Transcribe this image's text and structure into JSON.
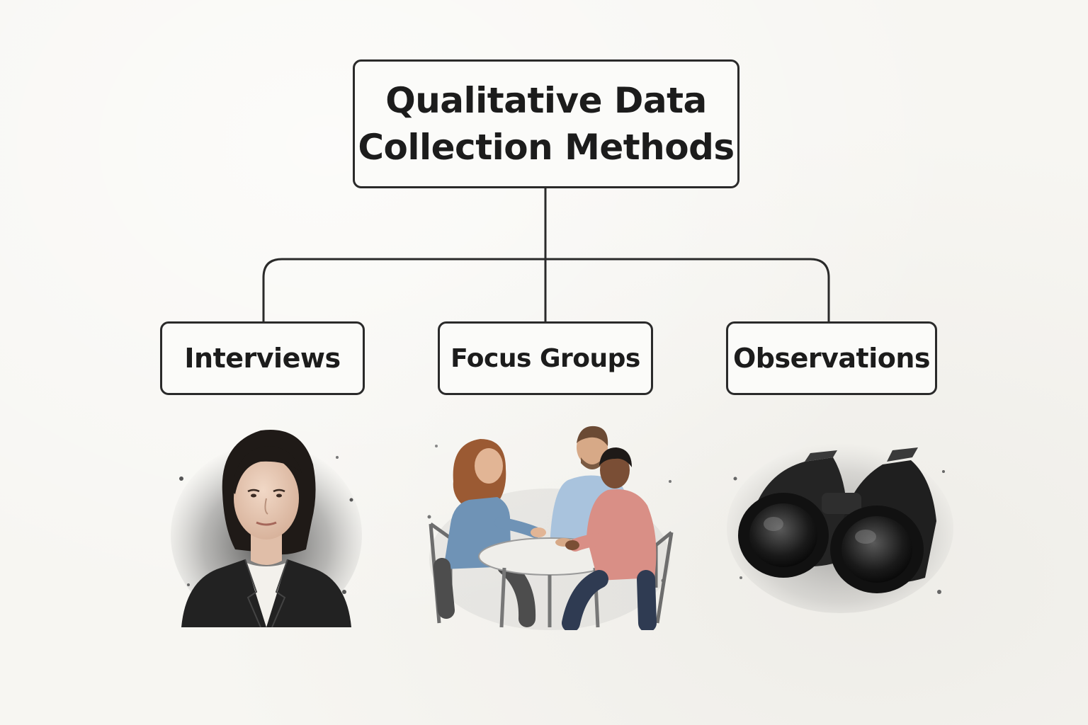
{
  "diagram": {
    "root": {
      "line1": "Qualitative Data",
      "line2": "Collection Methods"
    },
    "children": [
      {
        "label": "Interviews",
        "icon": "interviewee-portrait-icon"
      },
      {
        "label": "Focus Groups",
        "icon": "focus-group-discussion-icon"
      },
      {
        "label": "Observations",
        "icon": "binoculars-icon"
      }
    ]
  },
  "colors": {
    "line": "#2a2a2a",
    "background": "#f7f6f2",
    "shirt_blue": "#6f93b6",
    "shirt_pink": "#d98f86"
  }
}
